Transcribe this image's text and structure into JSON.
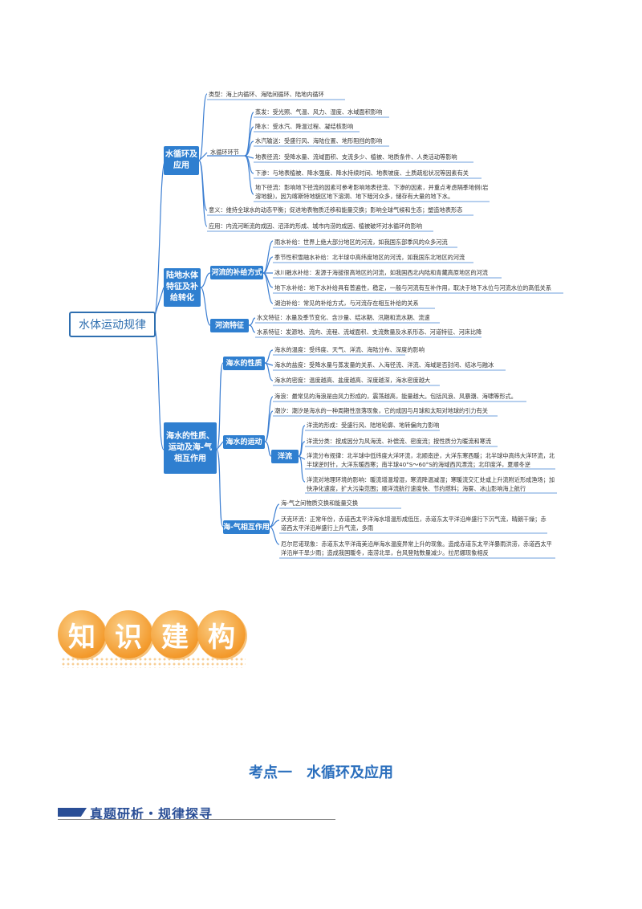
{
  "mindmap": {
    "root": "水体运动规律",
    "water_cycle": {
      "title": "水循环及应用",
      "type": "类型：海上内循环、海陆间循环、陆地内循环",
      "section": "水循环环节",
      "links": [
        "蒸发：受光照、气温、风力、湿度、水域面积影响",
        "降水：受水汽、降温过程、凝结核影响",
        "水汽输送：受盛行风、海陆位置、地形阻挡的影响",
        "地表径流：受降水量、流域面积、支流多少、植被、地质条件、人类活动等影响",
        "下渗：与地表植被、降水强度、降水持续时间、地表坡度、土质疏松状况等因素有关",
        "地下径流：影响地下径流的因素可参考影响地表径流、下渗的因素，并重点考虑隔季地例(岩溶地貌)，因为喀斯特地貌区地下溶洞、地下暗河众多，储存有大量的地下水。"
      ],
      "meaning": "意义：维持全球水的动态平衡；促进地表物质迁移和能量交换；影响全球气候和生态；塑造地表形态",
      "application": "应用：内流河断流的成因、沼泽的形成、城市内涝的成因、植被破坏对水循环的影响"
    },
    "land_water": {
      "title": "陆地水体特征及补给转化",
      "supply_title": "河流的补给方式",
      "supply": [
        "雨水补给：世界上绝大部分地区的河流，如我国东部季风的众多河流",
        "季节性积雪融水补给：北半球中高纬度地区的河流，如我国东北地区的河流",
        "冰川融水补给：发源于海拔很高地区的河流，如我国西北内陆和青藏高原地区的河流",
        "地下水补给：地下水补给具有普遍性，稳定，一般与河流有互补作用，取决于地下水位与河流水位的高低关系",
        "湖泊补给：常见的补给方式，与河流存在相互补给的关系"
      ],
      "feature_title": "河流特征",
      "features": [
        "水文特征：水量及季节变化、含沙量、结冰期、汛期和流水期、流速",
        "水系特征：发源地、流向、流程、流域面积、支流数量及水系形态、河道特征、河床比降"
      ]
    },
    "ocean": {
      "title": "海水的性质、运动及海-气相互作用",
      "prop_title": "海水的性质",
      "props": [
        "海水的温度：受纬度、天气、洋流、海陆分布、深度的影响",
        "海水的盐度：受降水量与蒸发量的关系、入海径流、洋流、海域是否封闭、结冰与融冰",
        "海水的密度：温度越高、盐度越高、深度越深，海水密度越大"
      ],
      "motion_title": "海水的运动",
      "wave": "海浪：最常见的海浪是由风力形成的，震荡越高，能量越大。包括风浪、风暴潮、海啸等形式。",
      "tide": "潮汐：潮汐是海水的一种周期性涨落现象，它的成因与月球和太阳对地球的引力有关",
      "current_title": "洋流",
      "currents": [
        "洋流的形成：受盛行风、陆地轮廓、地转偏向力影响",
        "洋流分类：按成因分为风海流、补偿流、密度流；按性质分为暖流和寒流",
        "洋流分布规律：北半球中低纬度大洋环流，北顺南逆，大洋东寒西暖；北半球中高纬大洋环流，北半球逆时针，大洋东暖西寒；南半球40°S～60°S的海域西风漂流；北印度洋，夏顺冬逆",
        "洋流对地理环境的影响：暖流增温增湿，寒流降温减湿；寒暖流交汇处或上升流附近形成渔场；加快净化速度，扩大污染范围；顺洋流航行速度快、节约燃料；海雾、冰山影响海上航行"
      ],
      "interact_title": "海-气相互作用",
      "interact": [
        "海-气之间物质交换和能量交换",
        "沃克环流：正常年份，赤道西太平洋海水增温形成低压，赤道东太平洋沿岸盛行下沉气流，晴朗干燥；赤道西太平洋沿岸盛行上升气流，多雨",
        "厄尔尼诺现象：赤道东太平洋南美沿岸海水温度异常上升的现象。造成赤道东太平洋暴雨洪涝，赤道西太平洋沿岸干旱少雨；造成我国暖冬，南涝北旱，台风登陆数量减少。拉尼娜现象相反"
      ]
    }
  },
  "banner": {
    "chars": [
      "知",
      "识",
      "建",
      "构"
    ]
  },
  "section_title": "考点一　水循环及应用",
  "sub_banner": "真题研析・规律探寻",
  "colors": {
    "branch": "#2f7fd0",
    "line": "#3d7fd2",
    "banner_orange": "#f39a2c",
    "title_blue": "#2b6fbd"
  }
}
